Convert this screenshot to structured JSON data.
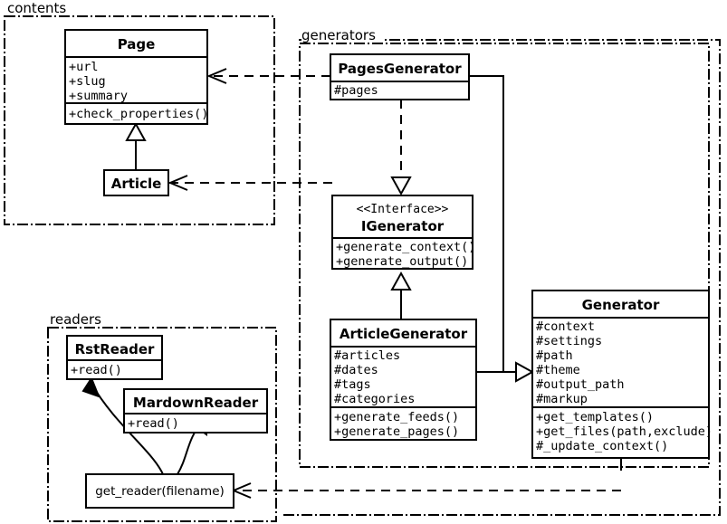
{
  "diagram": {
    "kind": "uml-class-diagram",
    "packages": [
      {
        "id": "contents",
        "label": "contents"
      },
      {
        "id": "generators",
        "label": "generators"
      },
      {
        "id": "readers",
        "label": "readers"
      }
    ]
  },
  "classes": {
    "page": {
      "name": "Page",
      "attributes": [
        "+url",
        "+slug",
        "+summary"
      ],
      "methods": [
        "+check_properties()"
      ]
    },
    "article": {
      "name": "Article",
      "attributes": [],
      "methods": []
    },
    "pages_generator": {
      "name": "PagesGenerator",
      "attributes": [
        "#pages"
      ],
      "methods": []
    },
    "igenerator": {
      "stereotype": "<<Interface>>",
      "name": "IGenerator",
      "attributes": [],
      "methods": [
        "+generate_context()",
        "+generate_output()"
      ]
    },
    "article_generator": {
      "name": "ArticleGenerator",
      "attributes": [
        "#articles",
        "#dates",
        "#tags",
        "#categories"
      ],
      "methods": [
        "+generate_feeds()",
        "+generate_pages()"
      ]
    },
    "generator": {
      "name": "Generator",
      "attributes": [
        "#context",
        "#settings",
        "#path",
        "#theme",
        "#output_path",
        "#markup"
      ],
      "methods": [
        "+get_templates()",
        "+get_files(path,exclude)",
        "#_update_context()"
      ]
    },
    "rst_reader": {
      "name": "RstReader",
      "attributes": [],
      "methods": [
        "+read()"
      ]
    },
    "mardown_reader": {
      "name": "MardownReader",
      "attributes": [],
      "methods": [
        "+read()"
      ]
    },
    "get_reader": {
      "name": "get_reader(filename)"
    }
  },
  "relationships": [
    {
      "from": "article",
      "to": "page",
      "type": "generalization"
    },
    {
      "from": "pages_generator",
      "to": "igenerator",
      "type": "realization"
    },
    {
      "from": "article_generator",
      "to": "igenerator",
      "type": "generalization"
    },
    {
      "from": "pages_generator",
      "to": "generator",
      "type": "generalization"
    },
    {
      "from": "article_generator",
      "to": "generator",
      "type": "generalization"
    },
    {
      "from": "pages_generator",
      "to": "page",
      "type": "dependency"
    },
    {
      "from": "article_generator",
      "to": "article",
      "type": "dependency"
    },
    {
      "from": "generator",
      "to": "get_reader",
      "type": "dependency"
    },
    {
      "from": "get_reader",
      "to": "rst_reader",
      "type": "usage"
    },
    {
      "from": "get_reader",
      "to": "mardown_reader",
      "type": "usage"
    }
  ],
  "colors": {
    "stroke": "#000000",
    "fill": "#ffffff",
    "background": "#ffffff"
  }
}
